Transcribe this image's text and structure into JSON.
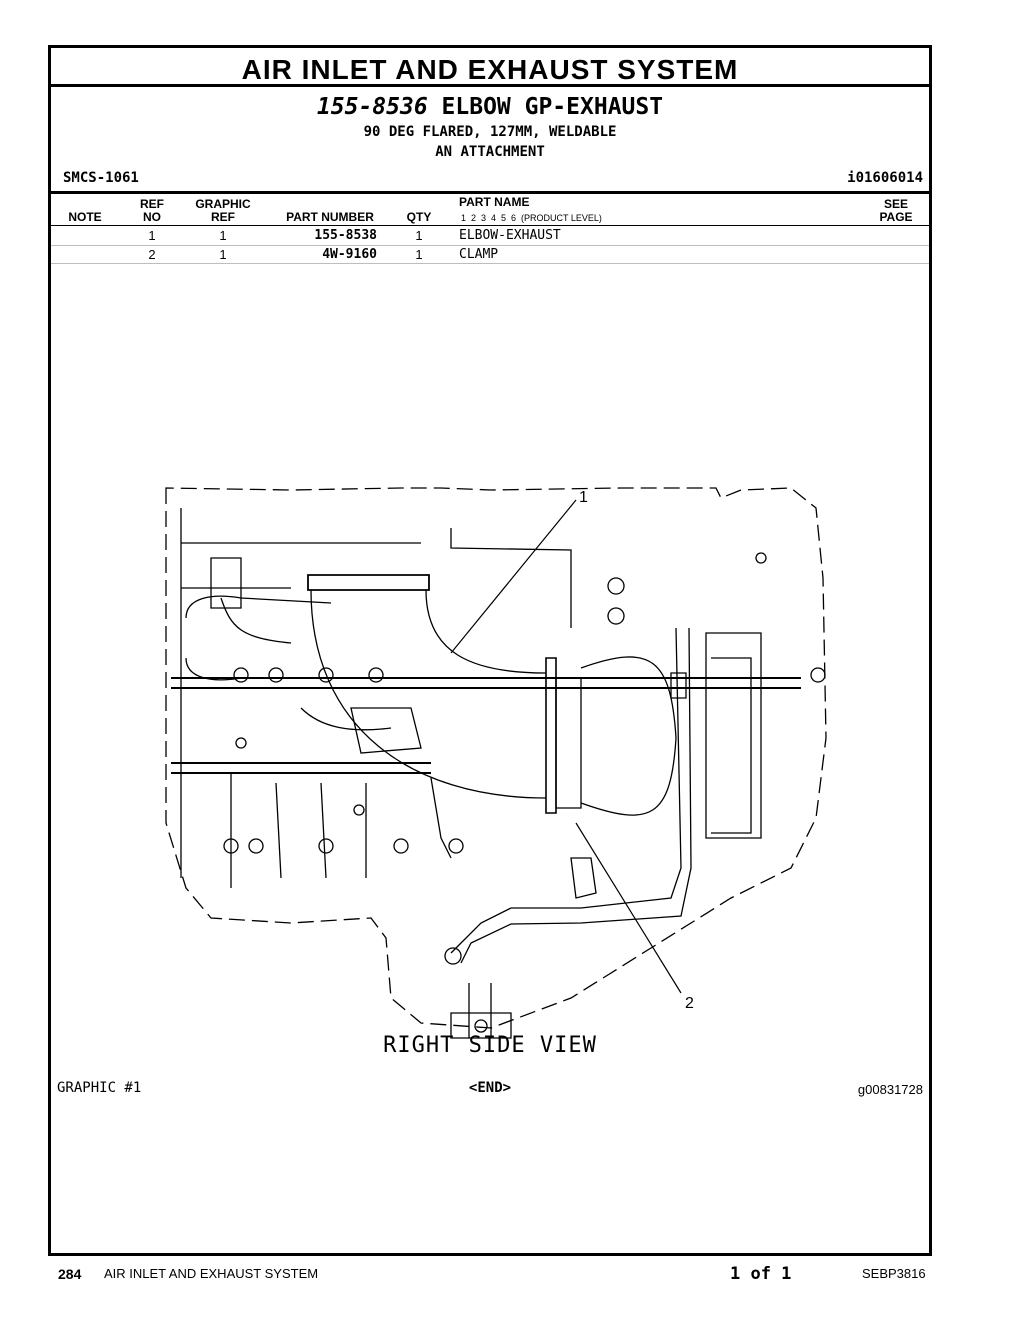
{
  "header": {
    "title": "AIR INLET AND EXHAUST SYSTEM",
    "group_part_number": "155-8536",
    "group_name": " ELBOW GP-EXHAUST",
    "description_line1": "90 DEG FLARED, 127MM, WELDABLE",
    "description_line2": "AN ATTACHMENT",
    "smcs": "SMCS-1061",
    "info_id": "i01606014"
  },
  "table": {
    "columns": {
      "note": "NOTE",
      "ref_top": "REF",
      "ref_bottom": "NO",
      "graphic_top": "GRAPHIC",
      "graphic_bottom": "REF",
      "part_number": "PART NUMBER",
      "qty": "QTY",
      "part_name": "PART NAME",
      "product_levels": "1  2  3  4  5  6  (PRODUCT LEVEL)",
      "see_top": "SEE",
      "see_bottom": "PAGE"
    },
    "rows": [
      {
        "note": "",
        "ref_no": "1",
        "graphic_ref": "1",
        "part_number": "155-8538",
        "qty": "1",
        "part_name": "ELBOW-EXHAUST",
        "see_page": ""
      },
      {
        "note": "",
        "ref_no": "2",
        "graphic_ref": "1",
        "part_number": "4W-9160",
        "qty": "1",
        "part_name": "CLAMP",
        "see_page": ""
      }
    ]
  },
  "graphic": {
    "callout_1": "1",
    "callout_2": "2",
    "caption": "RIGHT SIDE VIEW",
    "label": "GRAPHIC #1",
    "end_marker": "<END>",
    "graphic_id": "g00831728"
  },
  "footer": {
    "page_number": "284",
    "section": "AIR INLET AND EXHAUST SYSTEM",
    "page_of": "1 of 1",
    "doc_id": "SEBP3816"
  }
}
